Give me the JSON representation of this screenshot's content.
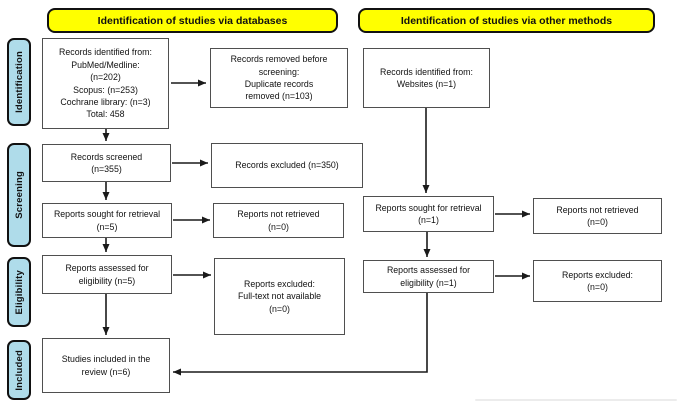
{
  "banners": {
    "databases": "Identification of studies via databases",
    "other_methods": "Identification of studies via other methods"
  },
  "stages": {
    "identification": "Identification",
    "screening": "Screening",
    "eligibility": "Eligibility",
    "included": "Included"
  },
  "boxes": {
    "db_identified": "Records identified from:\nPubMed/Medline:\n(n=202)\nScopus: (n=253)\nCochrane library: (n=3)\nTotal: 458",
    "db_removed": "Records removed before\nscreening:\nDuplicate records\nremoved (n=103)",
    "db_screened": "Records screened\n(n=355)",
    "db_excluded": "Records excluded (n=350)",
    "db_sought": "Reports sought for retrieval\n(n=5)",
    "db_not_retrieved": "Reports not retrieved\n(n=0)",
    "db_assessed": "Reports assessed for\neligibility (n=5)",
    "db_fulltext_excluded": "Reports excluded:\nFull-text not available\n(n=0)",
    "included": "Studies included in the\nreview (n=6)",
    "om_identified": "Records identified from:\nWebsites (n=1)",
    "om_sought": "Reports sought for retrieval\n(n=1)",
    "om_not_retrieved": "Reports not retrieved\n(n=0)",
    "om_assessed": "Reports assessed for\neligibility (n=1)",
    "om_excluded": "Reports excluded:\n(n=0)"
  },
  "colors": {
    "banner_bg": "#FFFF00",
    "stage_bg": "#AFDCEA",
    "border_dark": "#111111",
    "box_border": "#4F4F4F",
    "arrow": "#1a1a1a"
  }
}
